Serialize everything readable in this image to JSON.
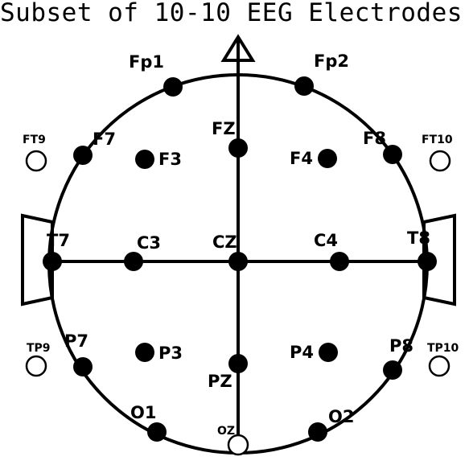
{
  "title": "Subset of 10-10 EEG Electrodes",
  "electrodes": [
    {
      "id": "Fp1",
      "label": "Fp1",
      "filled": true
    },
    {
      "id": "Fp2",
      "label": "Fp2",
      "filled": true
    },
    {
      "id": "F7",
      "label": "F7",
      "filled": true
    },
    {
      "id": "F3",
      "label": "F3",
      "filled": true
    },
    {
      "id": "FZ",
      "label": "FZ",
      "filled": true
    },
    {
      "id": "F4",
      "label": "F4",
      "filled": true
    },
    {
      "id": "F8",
      "label": "F8",
      "filled": true
    },
    {
      "id": "FT9",
      "label": "FT9",
      "filled": false
    },
    {
      "id": "FT10",
      "label": "FT10",
      "filled": false
    },
    {
      "id": "T7",
      "label": "T7",
      "filled": true
    },
    {
      "id": "C3",
      "label": "C3",
      "filled": true
    },
    {
      "id": "CZ",
      "label": "CZ",
      "filled": true
    },
    {
      "id": "C4",
      "label": "C4",
      "filled": true
    },
    {
      "id": "T8",
      "label": "T8",
      "filled": true
    },
    {
      "id": "TP9",
      "label": "TP9",
      "filled": false
    },
    {
      "id": "TP10",
      "label": "TP10",
      "filled": false
    },
    {
      "id": "P7",
      "label": "P7",
      "filled": true
    },
    {
      "id": "P3",
      "label": "P3",
      "filled": true
    },
    {
      "id": "PZ",
      "label": "PZ",
      "filled": true
    },
    {
      "id": "P4",
      "label": "P4",
      "filled": true
    },
    {
      "id": "P8",
      "label": "P8",
      "filled": true
    },
    {
      "id": "O1",
      "label": "O1",
      "filled": true
    },
    {
      "id": "OZ",
      "label": "OZ",
      "filled": false
    },
    {
      "id": "O2",
      "label": "O2",
      "filled": true
    }
  ]
}
